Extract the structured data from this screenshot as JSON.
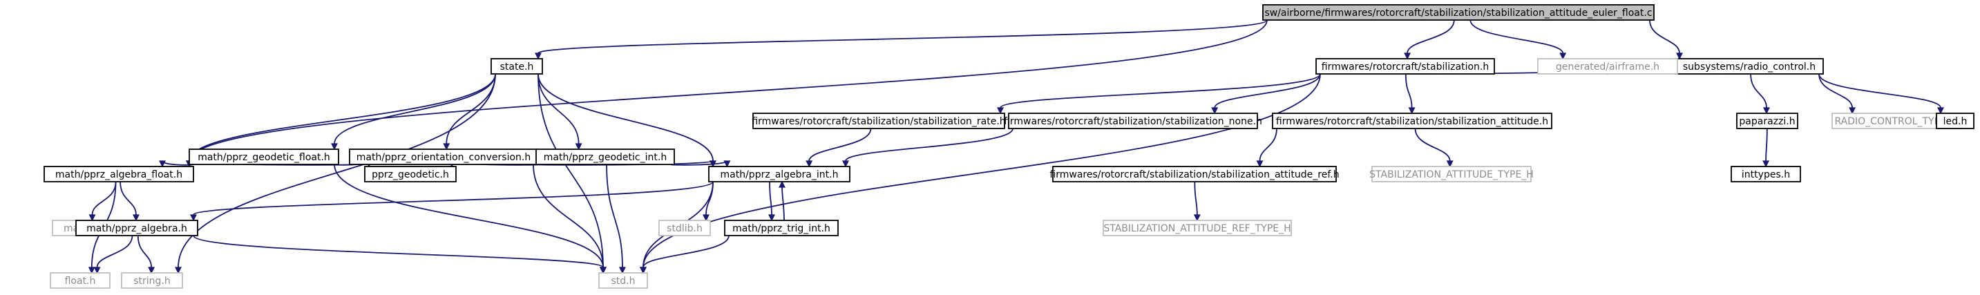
{
  "graph": {
    "nodes": [
      {
        "id": "n0",
        "label": "sw/airborne/firmwares/rotorcraft/stabilization/stabilization_attitude_euler_float.c",
        "kind": "root"
      },
      {
        "id": "n1",
        "label": "state.h",
        "kind": "normal"
      },
      {
        "id": "n2",
        "label": "firmwares/rotorcraft/stabilization.h",
        "kind": "normal"
      },
      {
        "id": "n3",
        "label": "subsystems/radio_control.h",
        "kind": "normal"
      },
      {
        "id": "n4",
        "label": "math/pprz_geodetic_float.h",
        "kind": "normal"
      },
      {
        "id": "n5",
        "label": "math/pprz_orientation_conversion.h",
        "kind": "normal"
      },
      {
        "id": "n6",
        "label": "math/pprz_geodetic_int.h",
        "kind": "normal"
      },
      {
        "id": "n7",
        "label": "firmwares/rotorcraft/stabilization/stabilization_rate.h",
        "kind": "normal"
      },
      {
        "id": "n8",
        "label": "firmwares/rotorcraft/stabilization/stabilization_none.h",
        "kind": "normal"
      },
      {
        "id": "n9",
        "label": "firmwares/rotorcraft/stabilization/stabilization_attitude.h",
        "kind": "normal"
      },
      {
        "id": "n10",
        "label": "generated/airframe.h",
        "kind": "missing"
      },
      {
        "id": "n11",
        "label": "paparazzi.h",
        "kind": "normal"
      },
      {
        "id": "n12",
        "label": "RADIO_CONTROL_TYPE_H",
        "kind": "missing"
      },
      {
        "id": "n13",
        "label": "led.h",
        "kind": "normal"
      },
      {
        "id": "n14",
        "label": "math/pprz_algebra_float.h",
        "kind": "normal"
      },
      {
        "id": "n15",
        "label": "pprz_geodetic.h",
        "kind": "normal"
      },
      {
        "id": "n16",
        "label": "math/pprz_algebra_int.h",
        "kind": "normal"
      },
      {
        "id": "n17",
        "label": "firmwares/rotorcraft/stabilization/stabilization_attitude_ref.h",
        "kind": "normal"
      },
      {
        "id": "n18",
        "label": "STABILIZATION_ATTITUDE_TYPE_H",
        "kind": "missing"
      },
      {
        "id": "n19",
        "label": "inttypes.h",
        "kind": "normal"
      },
      {
        "id": "n20",
        "label": "math.h",
        "kind": "missing"
      },
      {
        "id": "n21",
        "label": "math/pprz_algebra.h",
        "kind": "normal"
      },
      {
        "id": "n22",
        "label": "stdlib.h",
        "kind": "missing"
      },
      {
        "id": "n23",
        "label": "math/pprz_trig_int.h",
        "kind": "normal"
      },
      {
        "id": "n24",
        "label": "STABILIZATION_ATTITUDE_REF_TYPE_H",
        "kind": "missing"
      },
      {
        "id": "n25",
        "label": "float.h",
        "kind": "missing"
      },
      {
        "id": "n26",
        "label": "string.h",
        "kind": "missing"
      },
      {
        "id": "n27",
        "label": "std.h",
        "kind": "missing"
      }
    ],
    "edges": [
      {
        "from": "n0",
        "to": "n1"
      },
      {
        "from": "n0",
        "to": "n2"
      },
      {
        "from": "n0",
        "to": "n3"
      },
      {
        "from": "n0",
        "to": "n10"
      },
      {
        "from": "n0",
        "to": "n14"
      },
      {
        "from": "n1",
        "to": "n4"
      },
      {
        "from": "n1",
        "to": "n5"
      },
      {
        "from": "n1",
        "to": "n6"
      },
      {
        "from": "n1",
        "to": "n14"
      },
      {
        "from": "n1",
        "to": "n16"
      },
      {
        "from": "n1",
        "to": "n26"
      },
      {
        "from": "n1",
        "to": "n27"
      },
      {
        "from": "n2",
        "to": "n7"
      },
      {
        "from": "n2",
        "to": "n8"
      },
      {
        "from": "n2",
        "to": "n9"
      },
      {
        "from": "n2",
        "to": "n10"
      },
      {
        "from": "n2",
        "to": "n27"
      },
      {
        "from": "n3",
        "to": "n10"
      },
      {
        "from": "n3",
        "to": "n11"
      },
      {
        "from": "n3",
        "to": "n12"
      },
      {
        "from": "n3",
        "to": "n13"
      },
      {
        "from": "n4",
        "to": "n14"
      },
      {
        "from": "n4",
        "to": "n15"
      },
      {
        "from": "n4",
        "to": "n27"
      },
      {
        "from": "n5",
        "to": "n14"
      },
      {
        "from": "n5",
        "to": "n16"
      },
      {
        "from": "n5",
        "to": "n27"
      },
      {
        "from": "n6",
        "to": "n15"
      },
      {
        "from": "n6",
        "to": "n16"
      },
      {
        "from": "n6",
        "to": "n27"
      },
      {
        "from": "n7",
        "to": "n16"
      },
      {
        "from": "n8",
        "to": "n16"
      },
      {
        "from": "n9",
        "to": "n17"
      },
      {
        "from": "n9",
        "to": "n18"
      },
      {
        "from": "n11",
        "to": "n19"
      },
      {
        "from": "n14",
        "to": "n20"
      },
      {
        "from": "n14",
        "to": "n21"
      },
      {
        "from": "n14",
        "to": "n25"
      },
      {
        "from": "n16",
        "to": "n21"
      },
      {
        "from": "n16",
        "to": "n22"
      },
      {
        "from": "n16",
        "to": "n23"
      },
      {
        "from": "n16",
        "to": "n27"
      },
      {
        "from": "n17",
        "to": "n24"
      },
      {
        "from": "n21",
        "to": "n25"
      },
      {
        "from": "n21",
        "to": "n26"
      },
      {
        "from": "n21",
        "to": "n27"
      },
      {
        "from": "n23",
        "to": "n16"
      },
      {
        "from": "n23",
        "to": "n27"
      }
    ]
  }
}
